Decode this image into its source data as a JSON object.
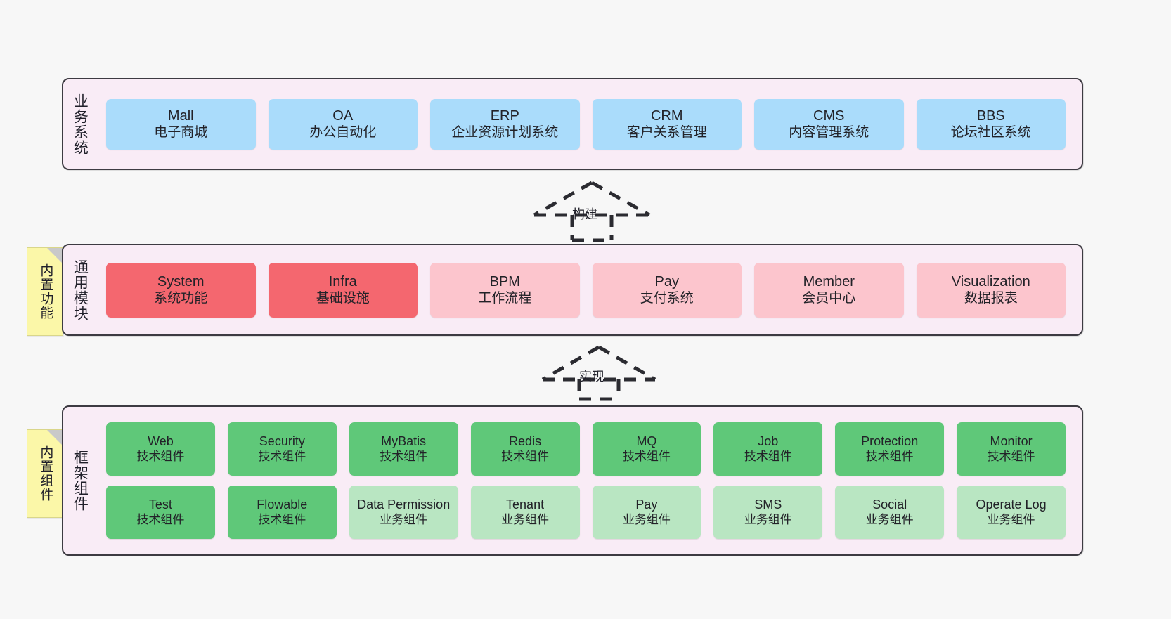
{
  "layers": [
    {
      "key": "business",
      "title": "业务系统",
      "note": null,
      "color": "blue",
      "nodes": [
        {
          "title": "Mall",
          "sub": "电子商城"
        },
        {
          "title": "OA",
          "sub": "办公自动化"
        },
        {
          "title": "ERP",
          "sub": "企业资源计划系统"
        },
        {
          "title": "CRM",
          "sub": "客户关系管理"
        },
        {
          "title": "CMS",
          "sub": "内容管理系统"
        },
        {
          "title": "BBS",
          "sub": "论坛社区系统"
        }
      ]
    },
    {
      "key": "common",
      "title": "通用模块",
      "note": "内置功能",
      "nodes": [
        {
          "title": "System",
          "sub": "系统功能",
          "color": "red"
        },
        {
          "title": "Infra",
          "sub": "基础设施",
          "color": "red"
        },
        {
          "title": "BPM",
          "sub": "工作流程",
          "color": "pink"
        },
        {
          "title": "Pay",
          "sub": "支付系统",
          "color": "pink"
        },
        {
          "title": "Member",
          "sub": "会员中心",
          "color": "pink"
        },
        {
          "title": "Visualization",
          "sub": "数据报表",
          "color": "pink"
        }
      ]
    },
    {
      "key": "frame",
      "title": "框架组件",
      "note": "内置组件",
      "rows": [
        [
          {
            "title": "Web",
            "sub": "技术组件",
            "color": "green"
          },
          {
            "title": "Security",
            "sub": "技术组件",
            "color": "green"
          },
          {
            "title": "MyBatis",
            "sub": "技术组件",
            "color": "green"
          },
          {
            "title": "Redis",
            "sub": "技术组件",
            "color": "green"
          },
          {
            "title": "MQ",
            "sub": "技术组件",
            "color": "green"
          },
          {
            "title": "Job",
            "sub": "技术组件",
            "color": "green"
          },
          {
            "title": "Protection",
            "sub": "技术组件",
            "color": "green"
          },
          {
            "title": "Monitor",
            "sub": "技术组件",
            "color": "green"
          }
        ],
        [
          {
            "title": "Test",
            "sub": "技术组件",
            "color": "green"
          },
          {
            "title": "Flowable",
            "sub": "技术组件",
            "color": "green"
          },
          {
            "title": "Data Permission",
            "sub": "业务组件",
            "color": "greenlite"
          },
          {
            "title": "Tenant",
            "sub": "业务组件",
            "color": "greenlite"
          },
          {
            "title": "Pay",
            "sub": "业务组件",
            "color": "greenlite"
          },
          {
            "title": "SMS",
            "sub": "业务组件",
            "color": "greenlite"
          },
          {
            "title": "Social",
            "sub": "业务组件",
            "color": "greenlite"
          },
          {
            "title": "Operate Log",
            "sub": "业务组件",
            "color": "greenlite"
          }
        ]
      ]
    }
  ],
  "connectors": [
    {
      "key": "build",
      "label": "构建"
    },
    {
      "key": "impl",
      "label": "实现"
    }
  ],
  "colors": {
    "canvas": "#f7f7f7",
    "layer_bg": "#f9ecf6",
    "layer_border": "#3d3b42",
    "blue": "#aadcfb",
    "red": "#f4676f",
    "pink": "#fcc5cd",
    "green": "#5fc879",
    "green_light": "#b9e6c2",
    "note_bg": "#fbf7a8",
    "note_fold": "#c9c9c9",
    "text": "#222228"
  }
}
